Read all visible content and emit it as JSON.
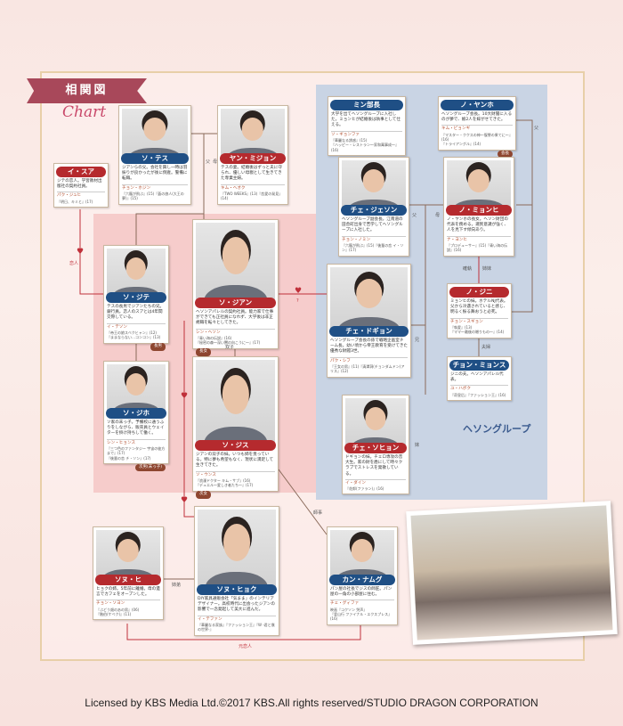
{
  "header": {
    "title": "相関図",
    "subtitle": "Chart"
  },
  "group_label": "ヘソングループ",
  "characters": {
    "isua": {
      "name": "イ・スア",
      "color": "red",
      "desc": "ジテの恋人。学習教材出版社の契約社員。",
      "actor": "パク・ジュヒ",
      "works": [
        "『明日、キミと』(17)"
      ]
    },
    "sotesu": {
      "name": "ソ・テス",
      "color": "blue",
      "desc": "ジアンらの父。会社を興し一時は羽振りが良かったが後に倒産。警備に転職。",
      "actor": "チョン・ホジン",
      "works": [
        "『六龍が飛ぶ』(15)『蒼の旅人(大王の夢)』(15)"
      ]
    },
    "yanmijon": {
      "name": "ヤン・ミジョン",
      "color": "red",
      "desc": "テスの妻。結婚後はずっと夫に守られ、優しい母親として生きてきた専業主婦。",
      "actor": "キム・ヘオク",
      "works": [
        "『TWO WEEKS』(13)『恋愛の発見』(14)"
      ]
    },
    "sojite": {
      "name": "ソ・ジテ",
      "color": "blue",
      "desc": "テスの長男でジアンたちの兄。銀行員。恋人のスアとは4年間交際している。",
      "actor": "イ・テソン",
      "works": [
        "『帝王の娘スベクヒャン』(12)",
        "『ままならない…コンコン』(13)"
      ],
      "badge": "長男"
    },
    "sojian": {
      "name": "ソ・ジアン",
      "color": "red",
      "desc": "ヘソンアパレルの契約社員。能力家で仕事ができても正社員になれず、大学後は非正規職を転々としてきた。",
      "actor": "シン・ヘソン",
      "works": [
        "『青い海の伝説』(16)",
        "『秘密の森〜深い闇の向こうに〜』(17)"
      ],
      "badge": "長女"
    },
    "sojiho": {
      "name": "ソ・ジホ",
      "color": "blue",
      "desc": "ソ家の末っ子。予備校に通うふりをしながら、販売員とウェイターを掛け持ちして働く。",
      "actor": "シン・ヒョンス",
      "works": [
        "『三つ色のファンタジー 宇宙の彼方まで』(17)",
        "『後輩の恋 チ・ソン』(17)"
      ],
      "badge": "次男(末っ子)"
    },
    "sojisu": {
      "name": "ソ・ジス",
      "color": "red",
      "desc": "ジアンの双子の妹。いつも姉を羨っている。特に夢も希望もなく、現状に満足して生きてきた。",
      "actor": "ソ・ウンス",
      "works": [
        "『浪漫ドクター キム・サブ』(16)",
        "『デュエル〜愛しき者たち〜』(17)"
      ],
      "badge": "次女"
    },
    "minbucho": {
      "name": "ミン部長",
      "color": "blue",
      "desc": "大学を出てヘソングループに入社した。ミョンヒが結婚後は執事として仕える。",
      "actor": "ソ・ギョンファ",
      "works": [
        "『華麗なる誘惑』(15)",
        "『ハッピー・レストラン〜家和萬事成〜』(16)"
      ]
    },
    "noyanho": {
      "name": "ノ・ヤンホ",
      "color": "blue",
      "desc": "ヘソングループ会長。10大財閥に入るのが夢で、娘2人を嫁がせてきた。",
      "actor": "キム・ビョンギ",
      "works": [
        "『マスター・ククスの神〜復讐の果てに〜』(16)",
        "『トライアングル』(14)"
      ],
      "badge": "会長"
    },
    "chejeson": {
      "name": "チェ・ジェソン",
      "color": "blue",
      "desc": "ヘソングループ副会長。江南道の田舎町出身で苦学してヘソングループに入社した。",
      "actor": "チョン・ノミン",
      "works": [
        "『六龍が飛ぶ』(15)『後輩の恋 イ・ソン』(17)"
      ]
    },
    "nomyonhi": {
      "name": "ノ・ミョンヒ",
      "color": "red",
      "desc": "ノ・ヤンホの長女。ヘソン財団の代表を務める。選民意識が強く、人を見下す傾向あり。",
      "actor": "ナ・ヨンヒ",
      "works": [
        "『プロデューサー』(15)『青い海の伝説』(16)"
      ]
    },
    "chedogyon": {
      "name": "チェ・ドギョン",
      "color": "blue",
      "desc": "ヘソングループ会長の孫で戦略企画室チーム長。幼い頃から帝王教育を受けてきた優秀な財閥3世。",
      "actor": "パク・シフ",
      "works": [
        "『王女の男』(11)『清潭洞(チョンダムドン)アリス』(12)"
      ]
    },
    "nojini": {
      "name": "ノ・ジニ",
      "color": "red",
      "desc": "ミョンヒの妹。ホテルNJ代表。父から冷遇されていると感じ、明るく振る舞おうと必死。",
      "actor": "チョン・スギョン",
      "works": [
        "『執愛』(13)",
        "『ママ〜最後の贈りもの〜』(14)"
      ]
    },
    "chonmyonsu": {
      "name": "チョン・ミョンス",
      "color": "blue",
      "desc": "ジニの夫。ヘソンアパレル代表。",
      "actor": "ユ・ハボク",
      "works": [
        "『奇皇后』『ファッション王』(16)"
      ]
    },
    "chesohyon": {
      "name": "チェ・ソヒョン",
      "color": "red",
      "desc": "ドギョンの妹。チェロ専攻の音大生。家の財を盾にして時々クラブでストレスを発散している。",
      "actor": "イ・ダイン",
      "works": [
        "『花郎(ファラン)』(16)"
      ]
    },
    "sonuhi": {
      "name": "ソヌ・ヒ",
      "color": "red",
      "desc": "ヒョクの姉。5年前に離婚。母の遺言でカフェをオープンした。",
      "actor": "チョン・ソヨン",
      "works": [
        "『ぶどう畑のあの男』(06)",
        "『階伯(ケベク)』(11)"
      ]
    },
    "sonuhyok": {
      "name": "ソヌ・ヒョク",
      "color": "blue",
      "desc": "DIY家具通販会社「気まま」のインテリアデザイナー。高校時代に出会ったジアンの影響で一念発起して美大に進んだ。",
      "actor": "イ・テファン",
      "works": [
        "『華麗なる家族』『ファッション王』『W -君と僕の世界-』"
      ]
    },
    "kannamgu": {
      "name": "カン・ナムグ",
      "color": "blue",
      "desc": "パン屋の社長でジスの師匠。パン屋の一角の小部屋に住む。",
      "actor": "チェ・グィファ",
      "works": [
        "映画『コクソン 哭声』",
        "『釜山行 ファイナル・エクスプレス』(16)"
      ]
    }
  },
  "relations": {
    "father": "父",
    "mother": "母",
    "lover": "恋人",
    "unknown": "?",
    "twins": "双子",
    "father2": "父",
    "mother2": "母",
    "brother": "兄",
    "sister": "妹",
    "conflict": "確執",
    "sisters": "姉妹",
    "couple": "夫婦",
    "mentor": "師事",
    "siblings": "姉弟",
    "ex_lover": "元恋人"
  },
  "footer": "Licensed by KBS Media Ltd.©2017 KBS.All rights reserved/STUDIO DRAGON CORPORATION"
}
